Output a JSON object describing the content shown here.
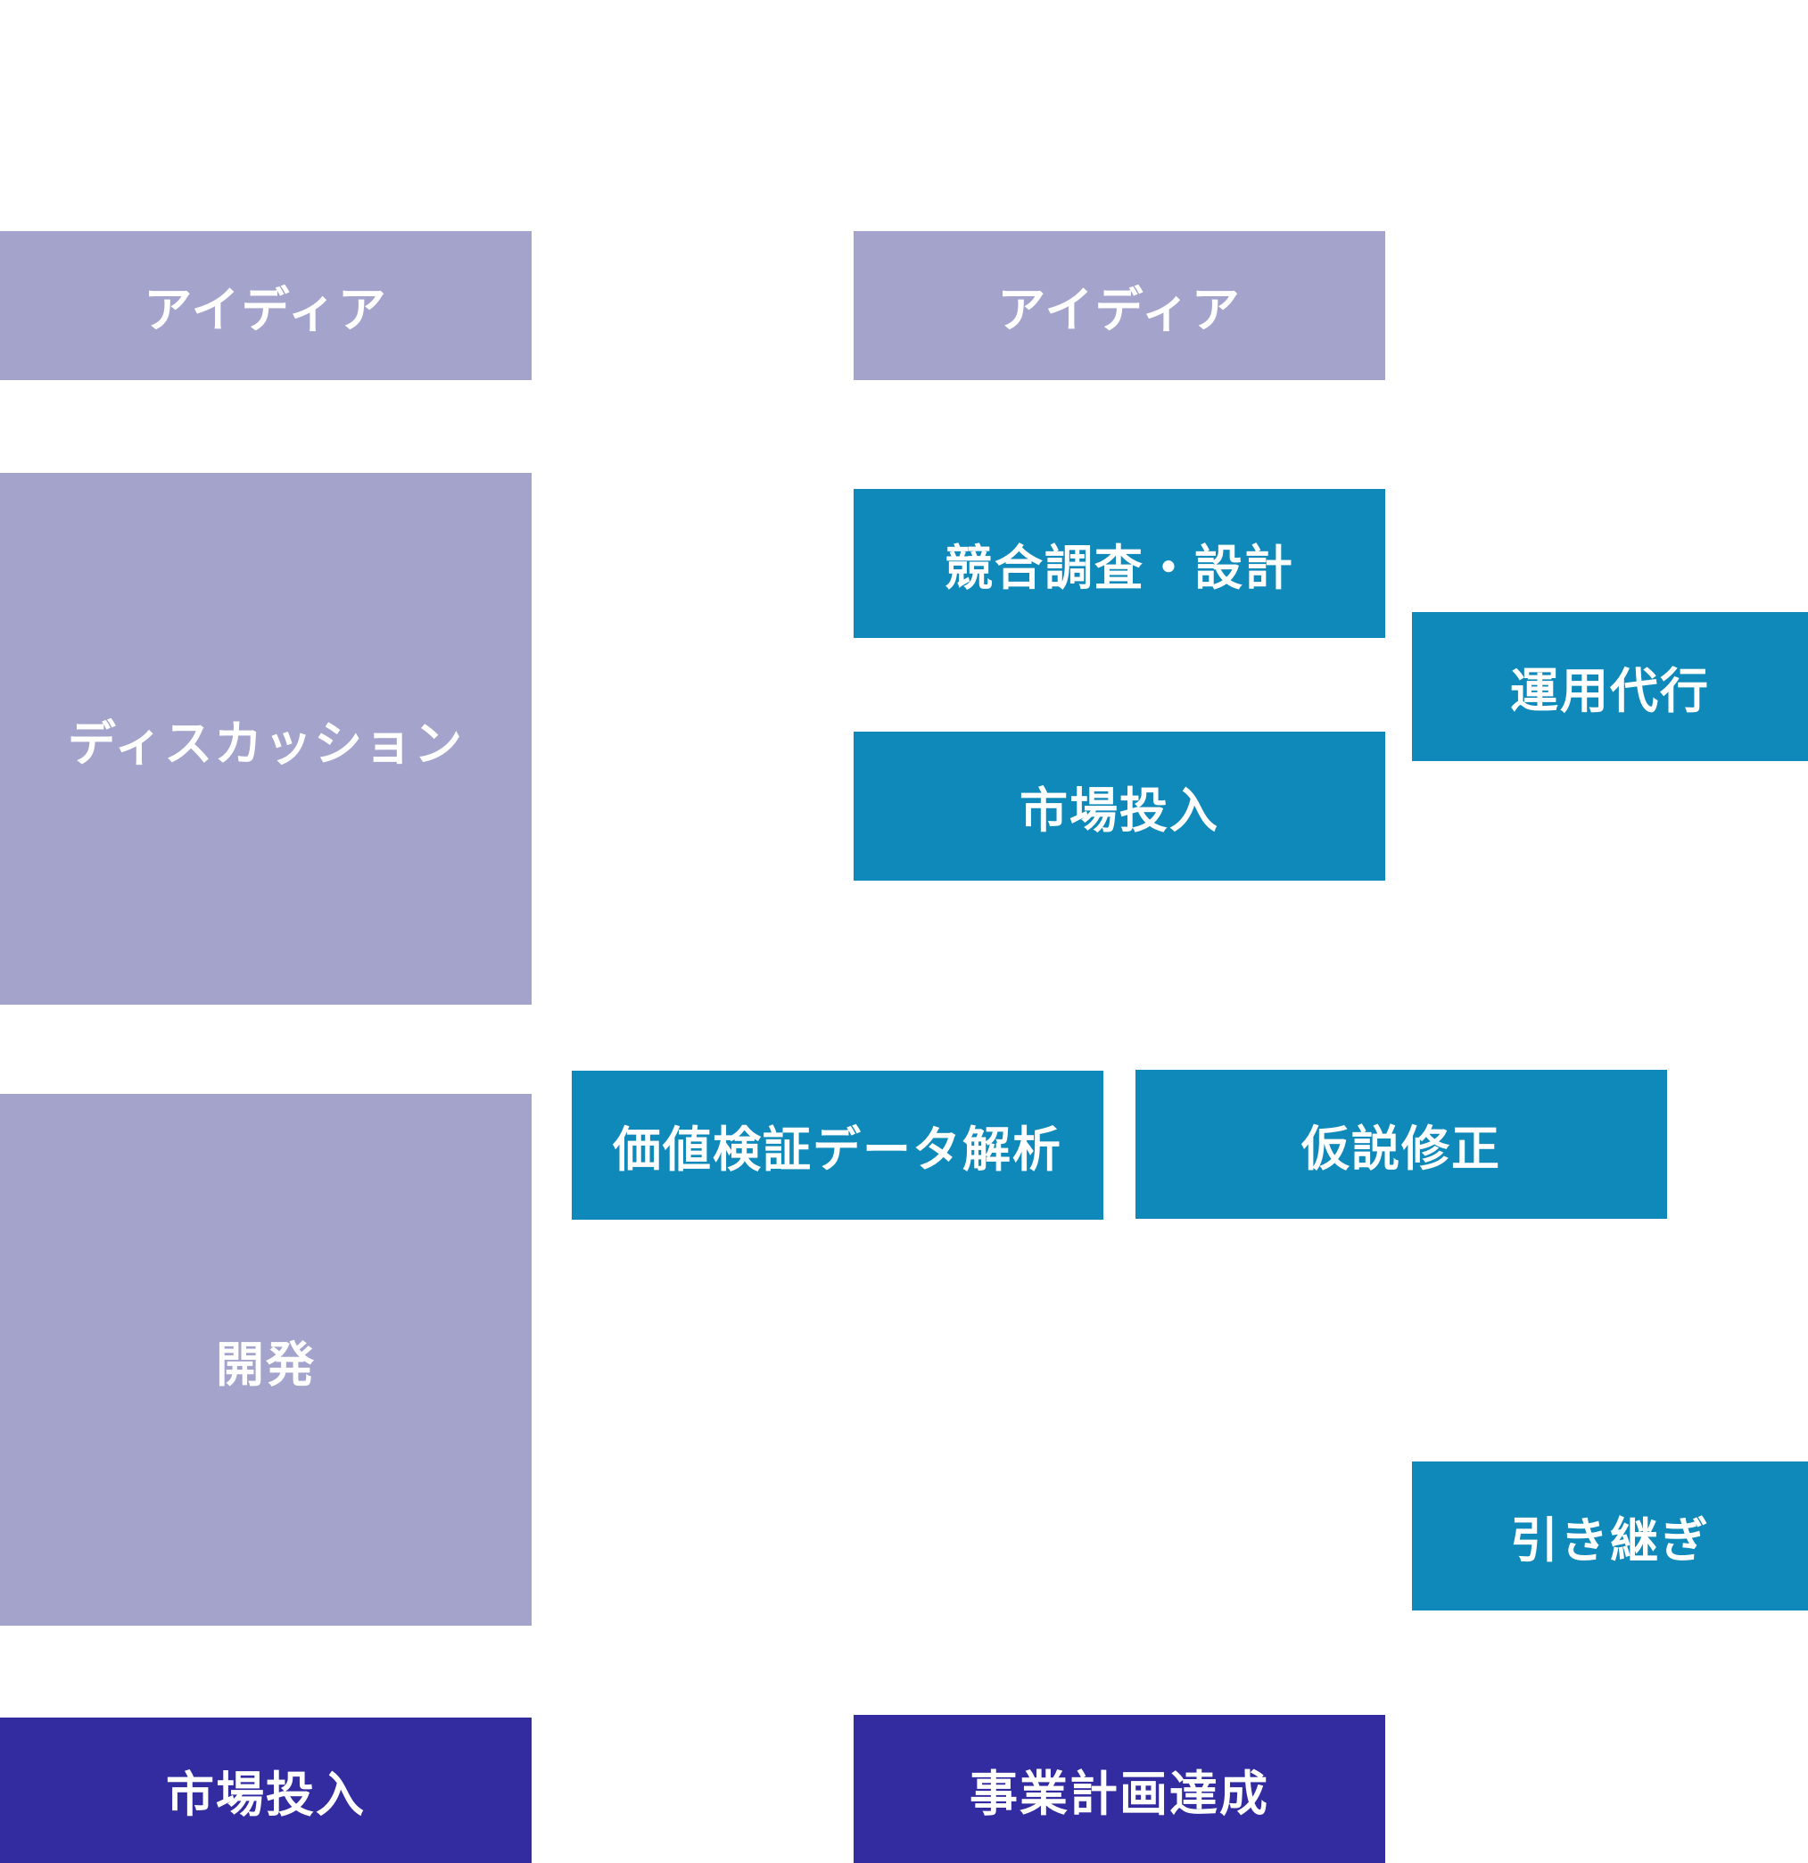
{
  "colors": {
    "phase": "#a3a3cc",
    "service": "#0f89b9",
    "goal": "#332ca1",
    "text": "#ffffff"
  },
  "left_column": {
    "idea": "アイディア",
    "discussion": "ディスカッション",
    "development": "開発",
    "launch": "市場投入"
  },
  "right_flow": {
    "idea": "アイディア",
    "research_design": "競合調査・設計",
    "market_launch": "市場投入",
    "operation_agency": "運用代行",
    "validation_analysis": "価値検証データ解析",
    "hypothesis_revision": "仮説修正",
    "handover": "引き継ぎ",
    "business_plan": "事業計画達成"
  }
}
